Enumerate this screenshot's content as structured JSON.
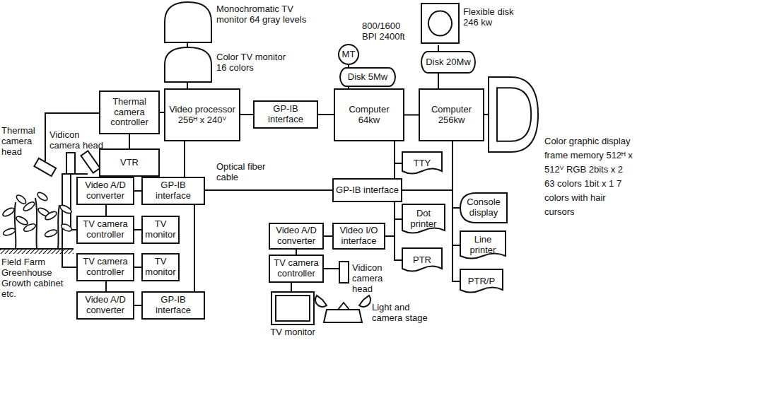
{
  "diagram": {
    "nodes": [
      {
        "text": [
          "Monochromatic TV monitor 64 gray levels"
        ]
      },
      {
        "text": [
          "Color TV monitor 16 colors"
        ]
      },
      {
        "text": [
          "MT",
          "800/1600 BPI 2400ft"
        ]
      },
      {
        "text": [
          "Flexible disk 246 kw"
        ]
      },
      {
        "text": [
          "Disk 5Mw"
        ]
      },
      {
        "text": [
          "Disk 20Mw"
        ]
      },
      {
        "text": [
          "Thermal camera controller"
        ]
      },
      {
        "text": [
          "Video processor 256ᴴ x 240ⱽ"
        ]
      },
      {
        "text": [
          "GP-IB interface"
        ]
      },
      {
        "text": [
          "Computer 64kw"
        ]
      },
      {
        "text": [
          "Computer 256kw"
        ]
      },
      {
        "text": [
          "Color graphic display frame memory 512ᴴ x 512ⱽ RGB 2bits x 2 63 colors 1bit x 1 7 colors with hair cursors"
        ]
      },
      {
        "text": [
          "VTR"
        ]
      },
      {
        "text": [
          "Video A/D converter"
        ]
      },
      {
        "text": [
          "GP-IB interface"
        ]
      },
      {
        "text": [
          "GP-IB interface"
        ]
      },
      {
        "text": [
          "TTY"
        ]
      },
      {
        "text": [
          "Console display"
        ]
      },
      {
        "text": [
          "TV camera controller"
        ]
      },
      {
        "text": [
          "TV monitor"
        ]
      },
      {
        "text": [
          "Dot printer"
        ]
      },
      {
        "text": [
          "Line printer"
        ]
      },
      {
        "text": [
          "Video A/D converter"
        ]
      },
      {
        "text": [
          "Video I/O interface"
        ]
      },
      {
        "text": [
          "TV camera controller"
        ]
      },
      {
        "text": [
          "TV monitor"
        ]
      },
      {
        "text": [
          "TV camera controller"
        ]
      },
      {
        "text": [
          "PTR"
        ]
      },
      {
        "text": [
          "PTR/P"
        ]
      },
      {
        "text": [
          "Video A/D converter"
        ]
      },
      {
        "text": [
          "GP-IB interface"
        ]
      },
      {
        "text": [
          "TV monitor"
        ]
      }
    ],
    "edges": [
      {
        "from": 7,
        "to": 1,
        "arrow": "none"
      },
      {
        "from": 1,
        "to": 0,
        "arrow": "none"
      },
      {
        "from": 6,
        "to": 7,
        "arrow": "none"
      },
      {
        "from": 6,
        "to": 12,
        "arrow": "none"
      },
      {
        "from": 7,
        "to": 8,
        "arrow": "none"
      },
      {
        "from": 8,
        "to": 9,
        "arrow": "none"
      },
      {
        "from": 9,
        "to": 4,
        "arrow": "none"
      },
      {
        "from": 4,
        "to": 2,
        "arrow": "none"
      },
      {
        "from": 9,
        "to": 10,
        "arrow": "none"
      },
      {
        "from": 10,
        "to": 5,
        "arrow": "none"
      },
      {
        "from": 5,
        "to": 3,
        "arrow": "none"
      },
      {
        "from": 10,
        "to": 11,
        "arrow": "none"
      },
      {
        "from": 9,
        "to": 16,
        "arrow": "none"
      },
      {
        "from": 9,
        "to": 20,
        "arrow": "none"
      },
      {
        "from": 9,
        "to": 27,
        "arrow": "none"
      },
      {
        "from": 9,
        "to": 23,
        "arrow": "none"
      },
      {
        "from": 10,
        "to": 17,
        "arrow": "none"
      },
      {
        "from": 10,
        "to": 21,
        "arrow": "none"
      },
      {
        "from": 10,
        "to": 28,
        "arrow": "none"
      },
      {
        "from": 10,
        "to": 15,
        "arrow": "none"
      },
      {
        "from": 7,
        "to": 14,
        "arrow": "none"
      },
      {
        "from": 14,
        "to": 15,
        "label": "Optical fiber cable",
        "arrow": "none"
      },
      {
        "from": 13,
        "to": 14,
        "arrow": "none"
      },
      {
        "from": 18,
        "to": 13,
        "arrow": "none"
      },
      {
        "from": 18,
        "to": 19,
        "arrow": "none"
      },
      {
        "from": 14,
        "to": 30,
        "arrow": "none"
      },
      {
        "from": 24,
        "to": 25,
        "arrow": "none"
      },
      {
        "from": 24,
        "to": 29,
        "arrow": "none"
      },
      {
        "from": 29,
        "to": 30,
        "arrow": "none"
      },
      {
        "from": 22,
        "to": 23,
        "arrow": "none"
      },
      {
        "from": 22,
        "to": 26,
        "arrow": "none"
      },
      {
        "from": 26,
        "to": 31,
        "arrow": "none"
      }
    ],
    "labels": [
      "Thermal camera head",
      "Vidicon camera head",
      "Field Farm Greenhouse Growth cabinet etc.",
      "Vidicon camera head",
      "Light and camera stage"
    ]
  }
}
